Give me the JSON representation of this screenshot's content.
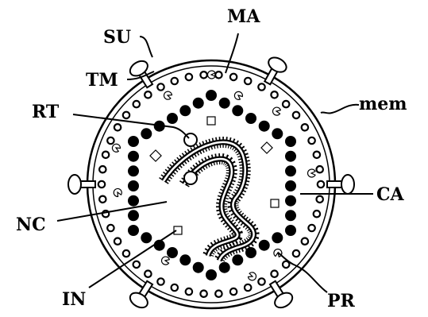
{
  "labels": {
    "su": "SU",
    "ma": "MA",
    "tm": "TM",
    "rt": "RT",
    "mem": "mem",
    "ca": "CA",
    "nc": "NC",
    "in": "IN",
    "pr": "PR"
  },
  "colors": {
    "ink": "#000000",
    "paper": "#ffffff"
  }
}
